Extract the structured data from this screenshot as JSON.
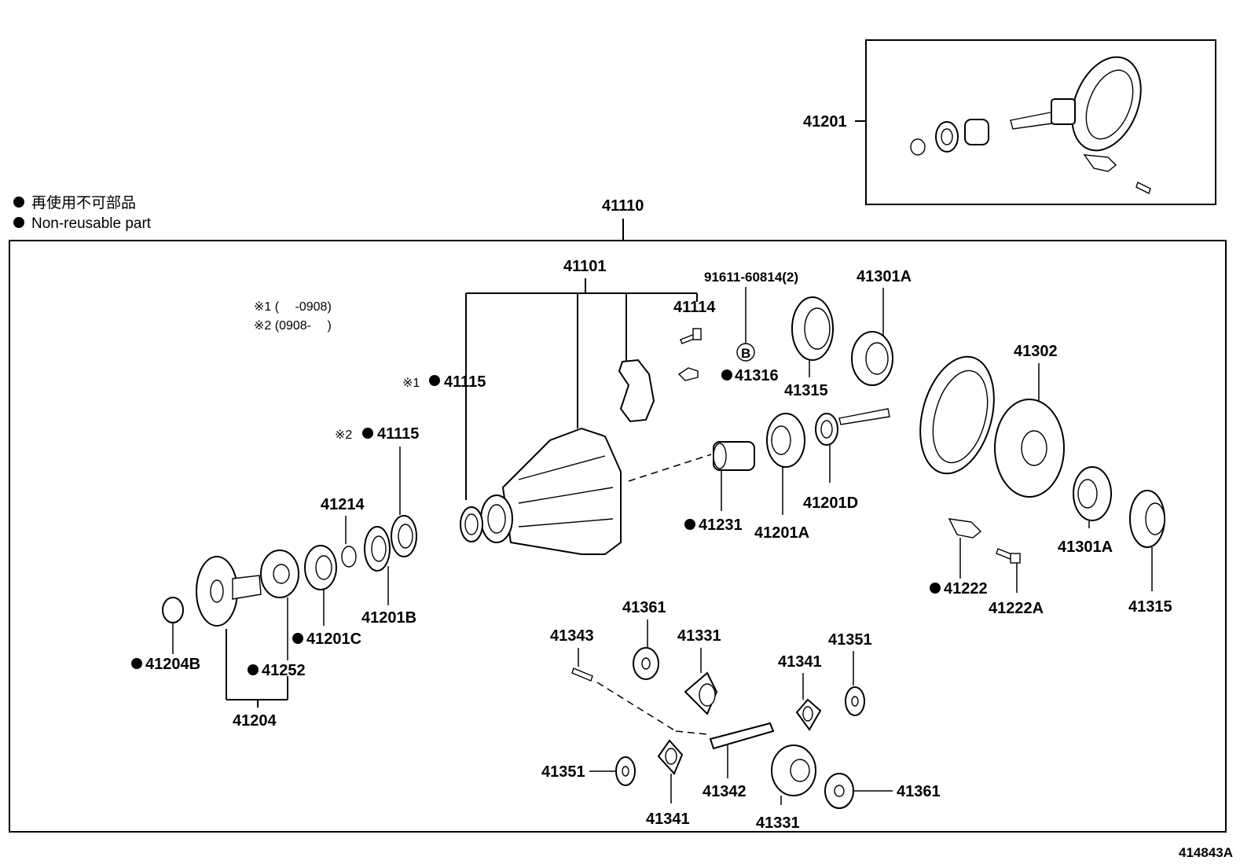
{
  "legend": {
    "jp": "再使用不可部品",
    "en": "Non-reusable part"
  },
  "notes": {
    "note1": "※1 (　 -0908)",
    "note2": "※2 (0908-　 )",
    "mark1": "※1",
    "mark2": "※2",
    "circle_b": "B"
  },
  "figure_id": "414843A",
  "labels": {
    "p41201": "41201",
    "p41110": "41110",
    "p41101": "41101",
    "p91611": "91611-60814(2)",
    "p41301A_top": "41301A",
    "p41114": "41114",
    "p41316": "41316",
    "p41315_top": "41315",
    "p41302": "41302",
    "p41115_a": "41115",
    "p41115_b": "41115",
    "p41214": "41214",
    "p41231": "41231",
    "p41201A": "41201A",
    "p41201D": "41201D",
    "p41301A_bot": "41301A",
    "p41222": "41222",
    "p41222A": "41222A",
    "p41315_bot": "41315",
    "p41201B": "41201B",
    "p41201C": "41201C",
    "p41204B": "41204B",
    "p41252": "41252",
    "p41204": "41204",
    "p41361_top": "41361",
    "p41331_top": "41331",
    "p41343": "41343",
    "p41341_top": "41341",
    "p41351_top": "41351",
    "p41351_bot": "41351",
    "p41341_bot": "41341",
    "p41342": "41342",
    "p41331_bot": "41331",
    "p41361_bot": "41361"
  }
}
